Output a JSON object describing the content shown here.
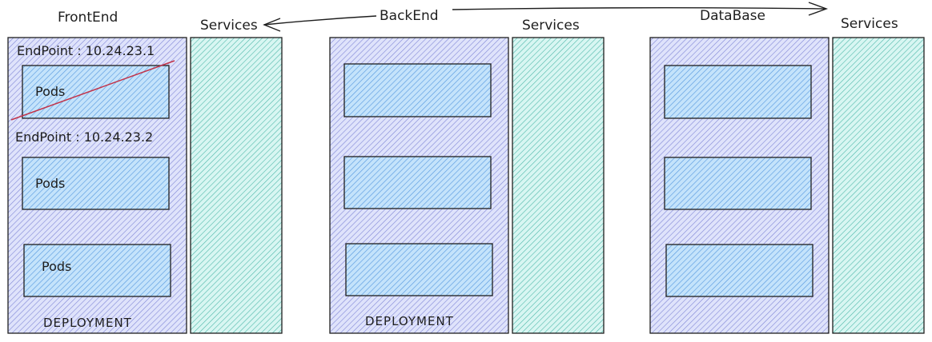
{
  "labels": {
    "frontend": "FrontEnd",
    "backend": "BackEnd",
    "database": "DataBase",
    "services": "Services",
    "deployment": "DEPLOYMENT",
    "pods": "Pods",
    "endpoint1": "EndPoint : 10.24.23.1",
    "endpoint2": "EndPoint : 10.24.23.2"
  },
  "colors": {
    "stroke": "#1e1e1e",
    "deployment_fill": "#a5b4fc",
    "deployment_hatch": "#6d72c9",
    "services_fill": "#99e9e0",
    "services_hatch": "#3aa99b",
    "pod_fill": "#a5d8ff",
    "pod_hatch": "#4a8fd6",
    "strike_line": "#c2334a"
  }
}
